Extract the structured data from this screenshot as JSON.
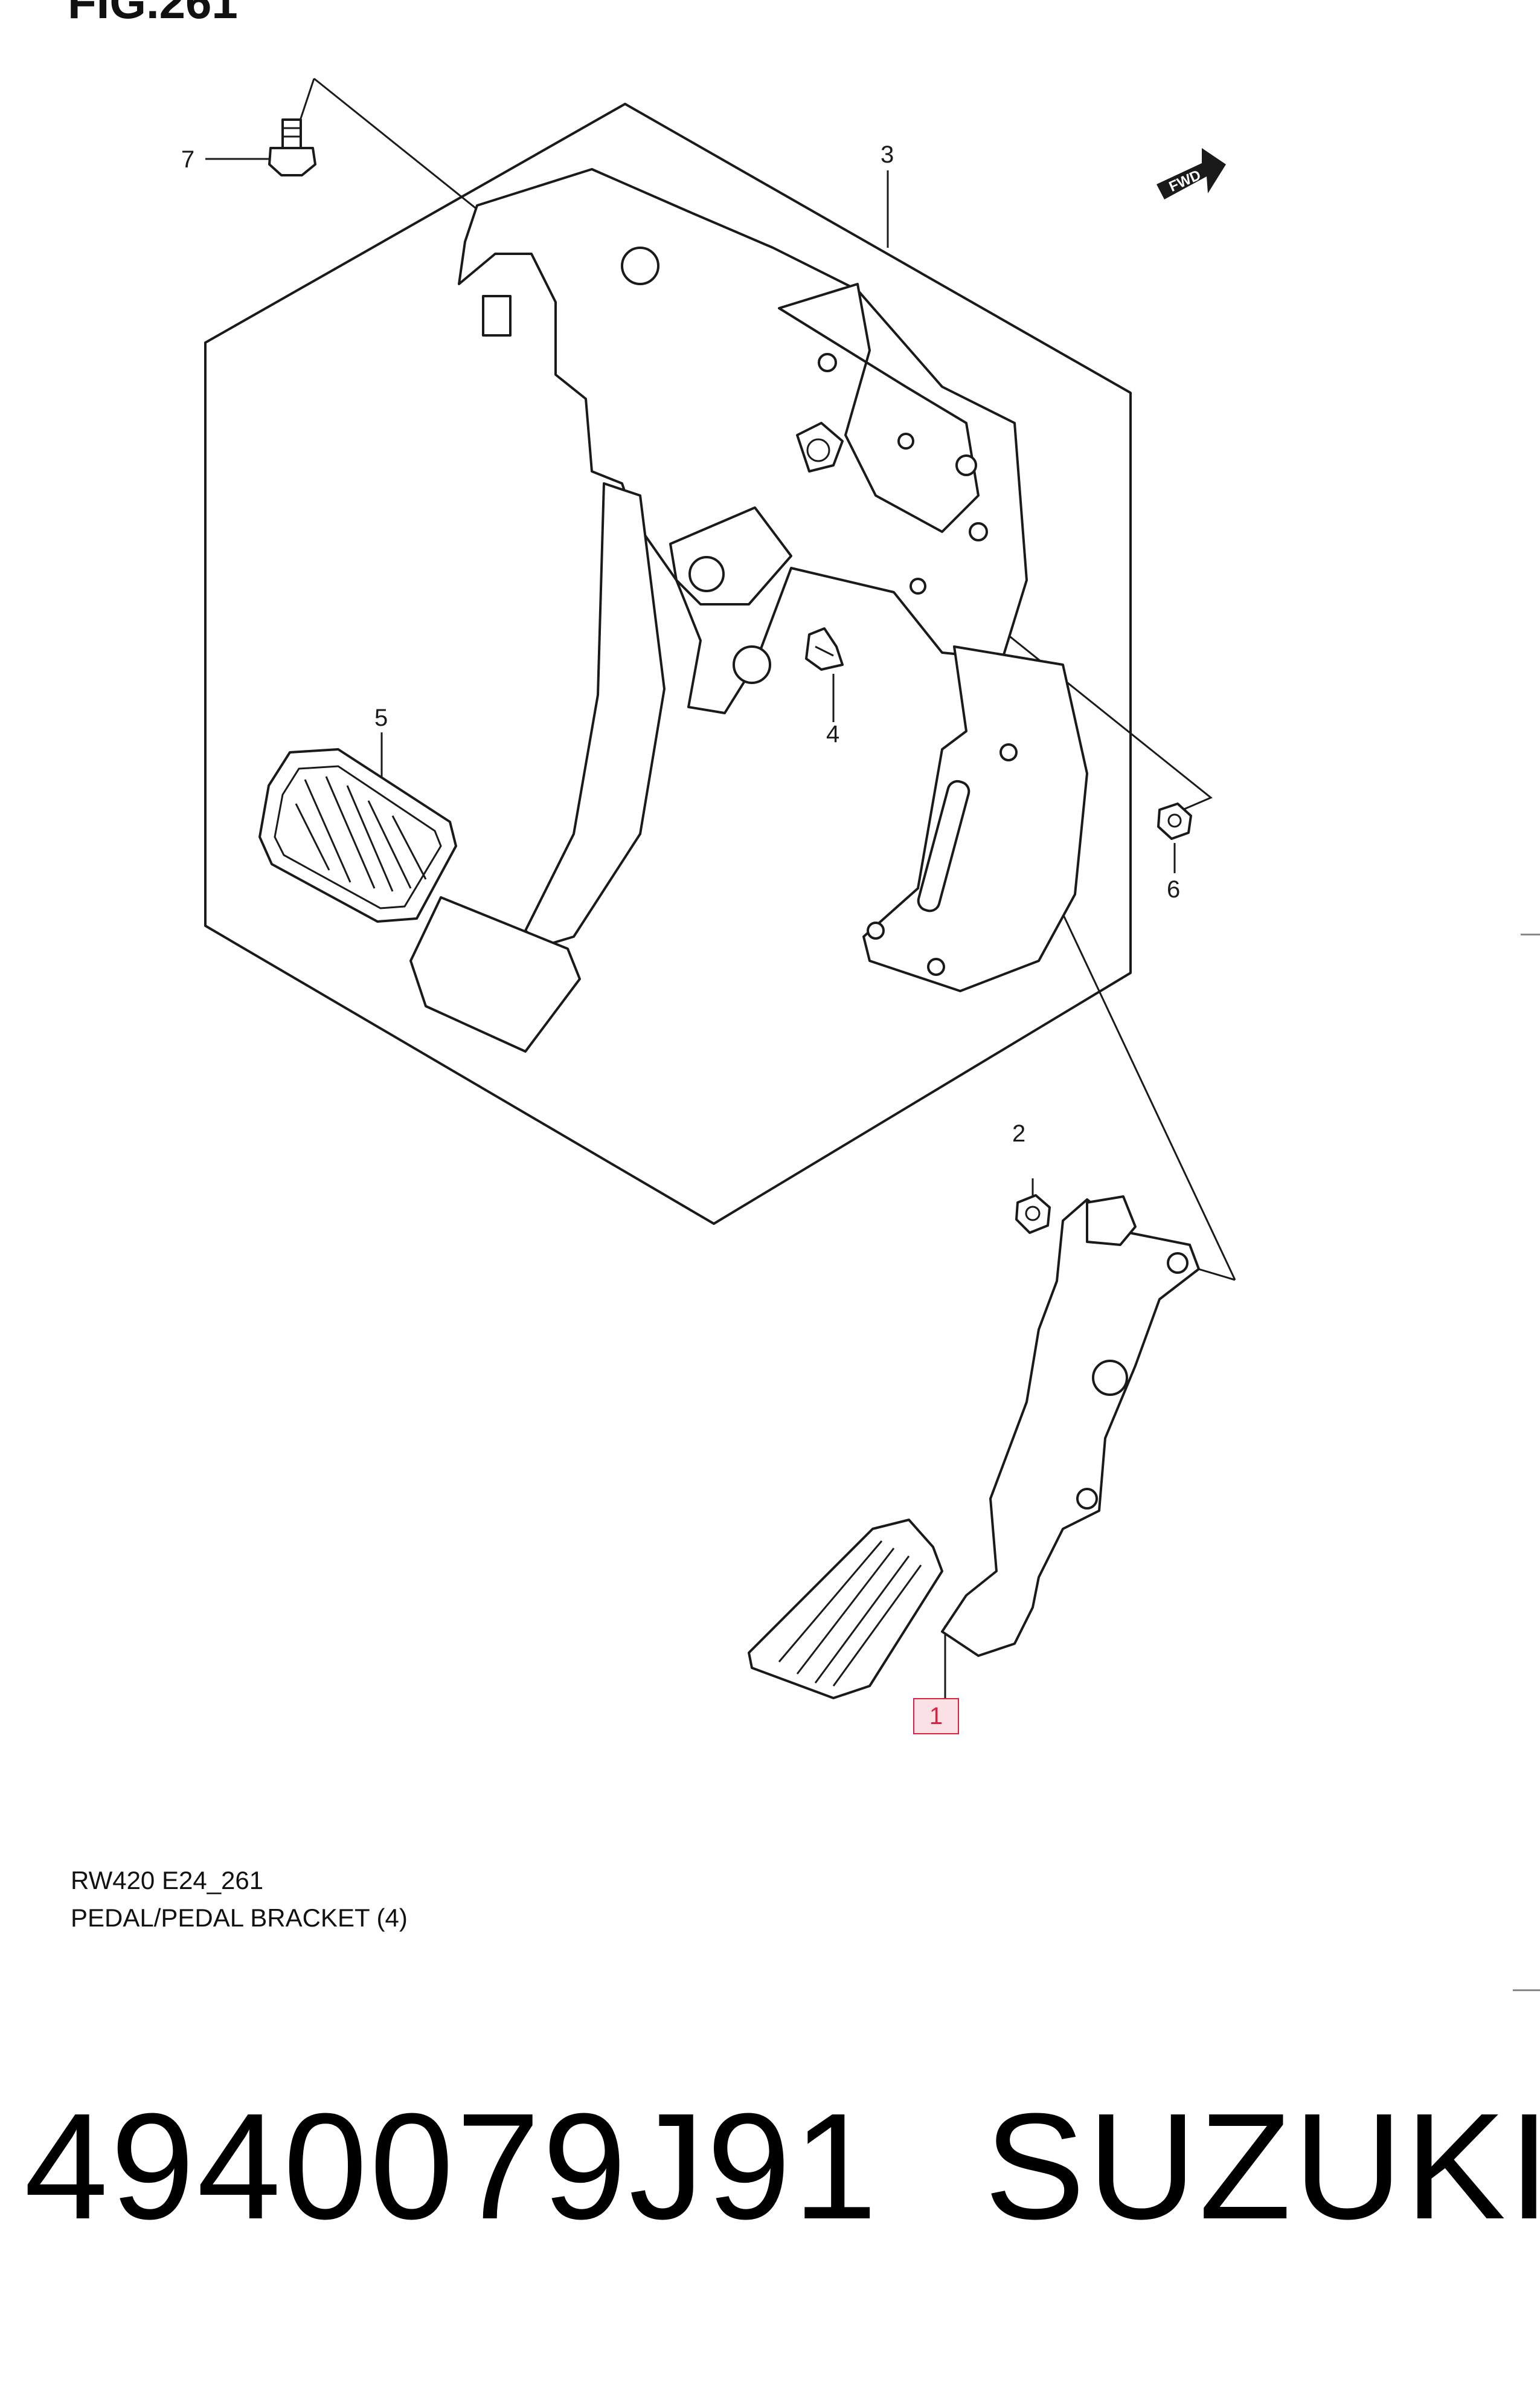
{
  "figure": {
    "label": "FIG.261"
  },
  "callouts": [
    {
      "id": "callout-1",
      "text": "1",
      "highlighted": true,
      "highlight_color": "#d9223f"
    },
    {
      "id": "callout-2",
      "text": "2"
    },
    {
      "id": "callout-3",
      "text": "3"
    },
    {
      "id": "callout-4",
      "text": "4"
    },
    {
      "id": "callout-5",
      "text": "5"
    },
    {
      "id": "callout-6",
      "text": "6"
    },
    {
      "id": "callout-7",
      "text": "7"
    }
  ],
  "fwd_badge": {
    "text": "FWD",
    "icon": "forward-arrow-icon"
  },
  "caption": {
    "code": "RW420 E24_261",
    "title": "PEDAL/PEDAL BRACKET (4)"
  },
  "product": {
    "part_number": "4940079J91",
    "brand": "SUZUKI"
  },
  "colors": {
    "line": "#1a1a1a",
    "highlight": "#d9223f",
    "highlight_fill": "#fbe0e6",
    "background": "#ffffff"
  }
}
